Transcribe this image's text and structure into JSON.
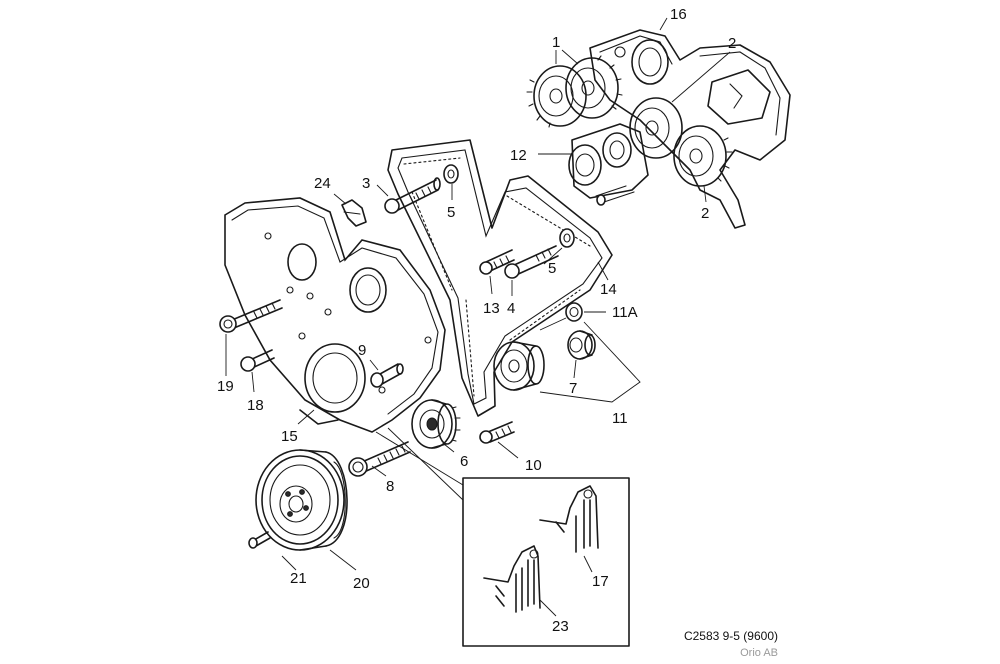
{
  "callouts": [
    {
      "id": "c1",
      "label": "1"
    },
    {
      "id": "c2a",
      "label": "2"
    },
    {
      "id": "c2b",
      "label": "2"
    },
    {
      "id": "c3",
      "label": "3"
    },
    {
      "id": "c4",
      "label": "4"
    },
    {
      "id": "c5a",
      "label": "5"
    },
    {
      "id": "c5b",
      "label": "5"
    },
    {
      "id": "c6",
      "label": "6"
    },
    {
      "id": "c7",
      "label": "7"
    },
    {
      "id": "c8",
      "label": "8"
    },
    {
      "id": "c9",
      "label": "9"
    },
    {
      "id": "c10",
      "label": "10"
    },
    {
      "id": "c11",
      "label": "11"
    },
    {
      "id": "c11a",
      "label": "11A"
    },
    {
      "id": "c12",
      "label": "12"
    },
    {
      "id": "c13",
      "label": "13"
    },
    {
      "id": "c14",
      "label": "14"
    },
    {
      "id": "c15",
      "label": "15"
    },
    {
      "id": "c16",
      "label": "16"
    },
    {
      "id": "c17",
      "label": "17"
    },
    {
      "id": "c18",
      "label": "18"
    },
    {
      "id": "c19",
      "label": "19"
    },
    {
      "id": "c20",
      "label": "20"
    },
    {
      "id": "c21",
      "label": "21"
    },
    {
      "id": "c23",
      "label": "23"
    },
    {
      "id": "c24",
      "label": "24"
    }
  ],
  "footer": {
    "code": "C2583 9-5 (9600)",
    "publisher": "Orio AB"
  }
}
